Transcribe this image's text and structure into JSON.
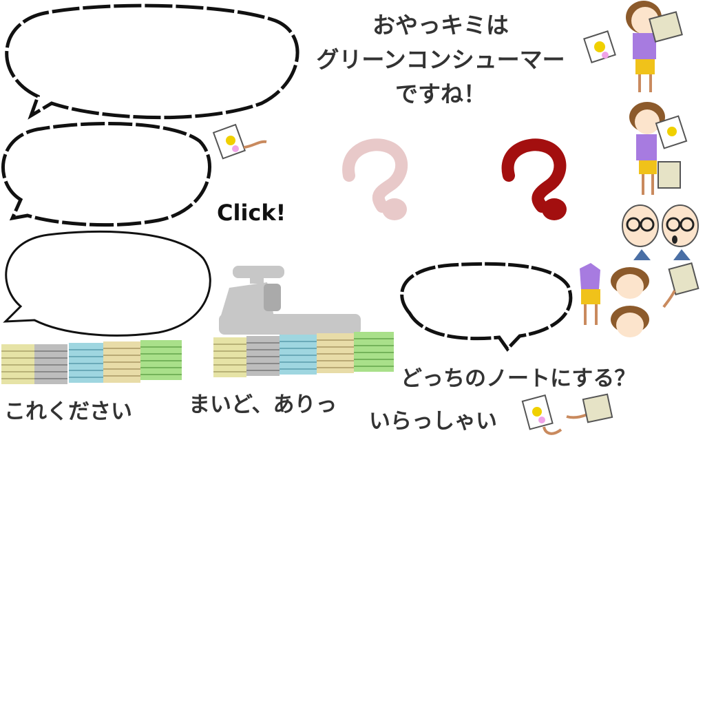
{
  "texts": {
    "title_line1": "おやっキミは",
    "title_line2": "グリーンコンシューマー",
    "title_line3": "ですね！",
    "click": "Click!",
    "give_me": "これください",
    "thanks": "まいど、ありっ",
    "which_notebook": "どっちのノートにする？",
    "welcome": "いらっしゃい"
  },
  "colors": {
    "bubble_stroke": "#111111",
    "question_light": "#e8c9c9",
    "question_dark": "#a30f0f",
    "text": "#333333",
    "shirt": "#a77be0",
    "skirt": "#f0c21a",
    "hair": "#8c5a2b",
    "register": "#c7c7c7",
    "notebook_yellow": "#e6e3a6",
    "notebook_gray": "#bdbdbd",
    "notebook_blue": "#9fd6e0",
    "notebook_cream": "#e8dca8",
    "notebook_green": "#a9e08a"
  },
  "icons": [
    "speech-bubble-icon",
    "question-mark-icon",
    "girl-sprite-icon",
    "old-man-face-icon",
    "notebook-icon",
    "cash-register-icon",
    "notebook-stack-icon",
    "hand-holding-notebook-icon"
  ]
}
